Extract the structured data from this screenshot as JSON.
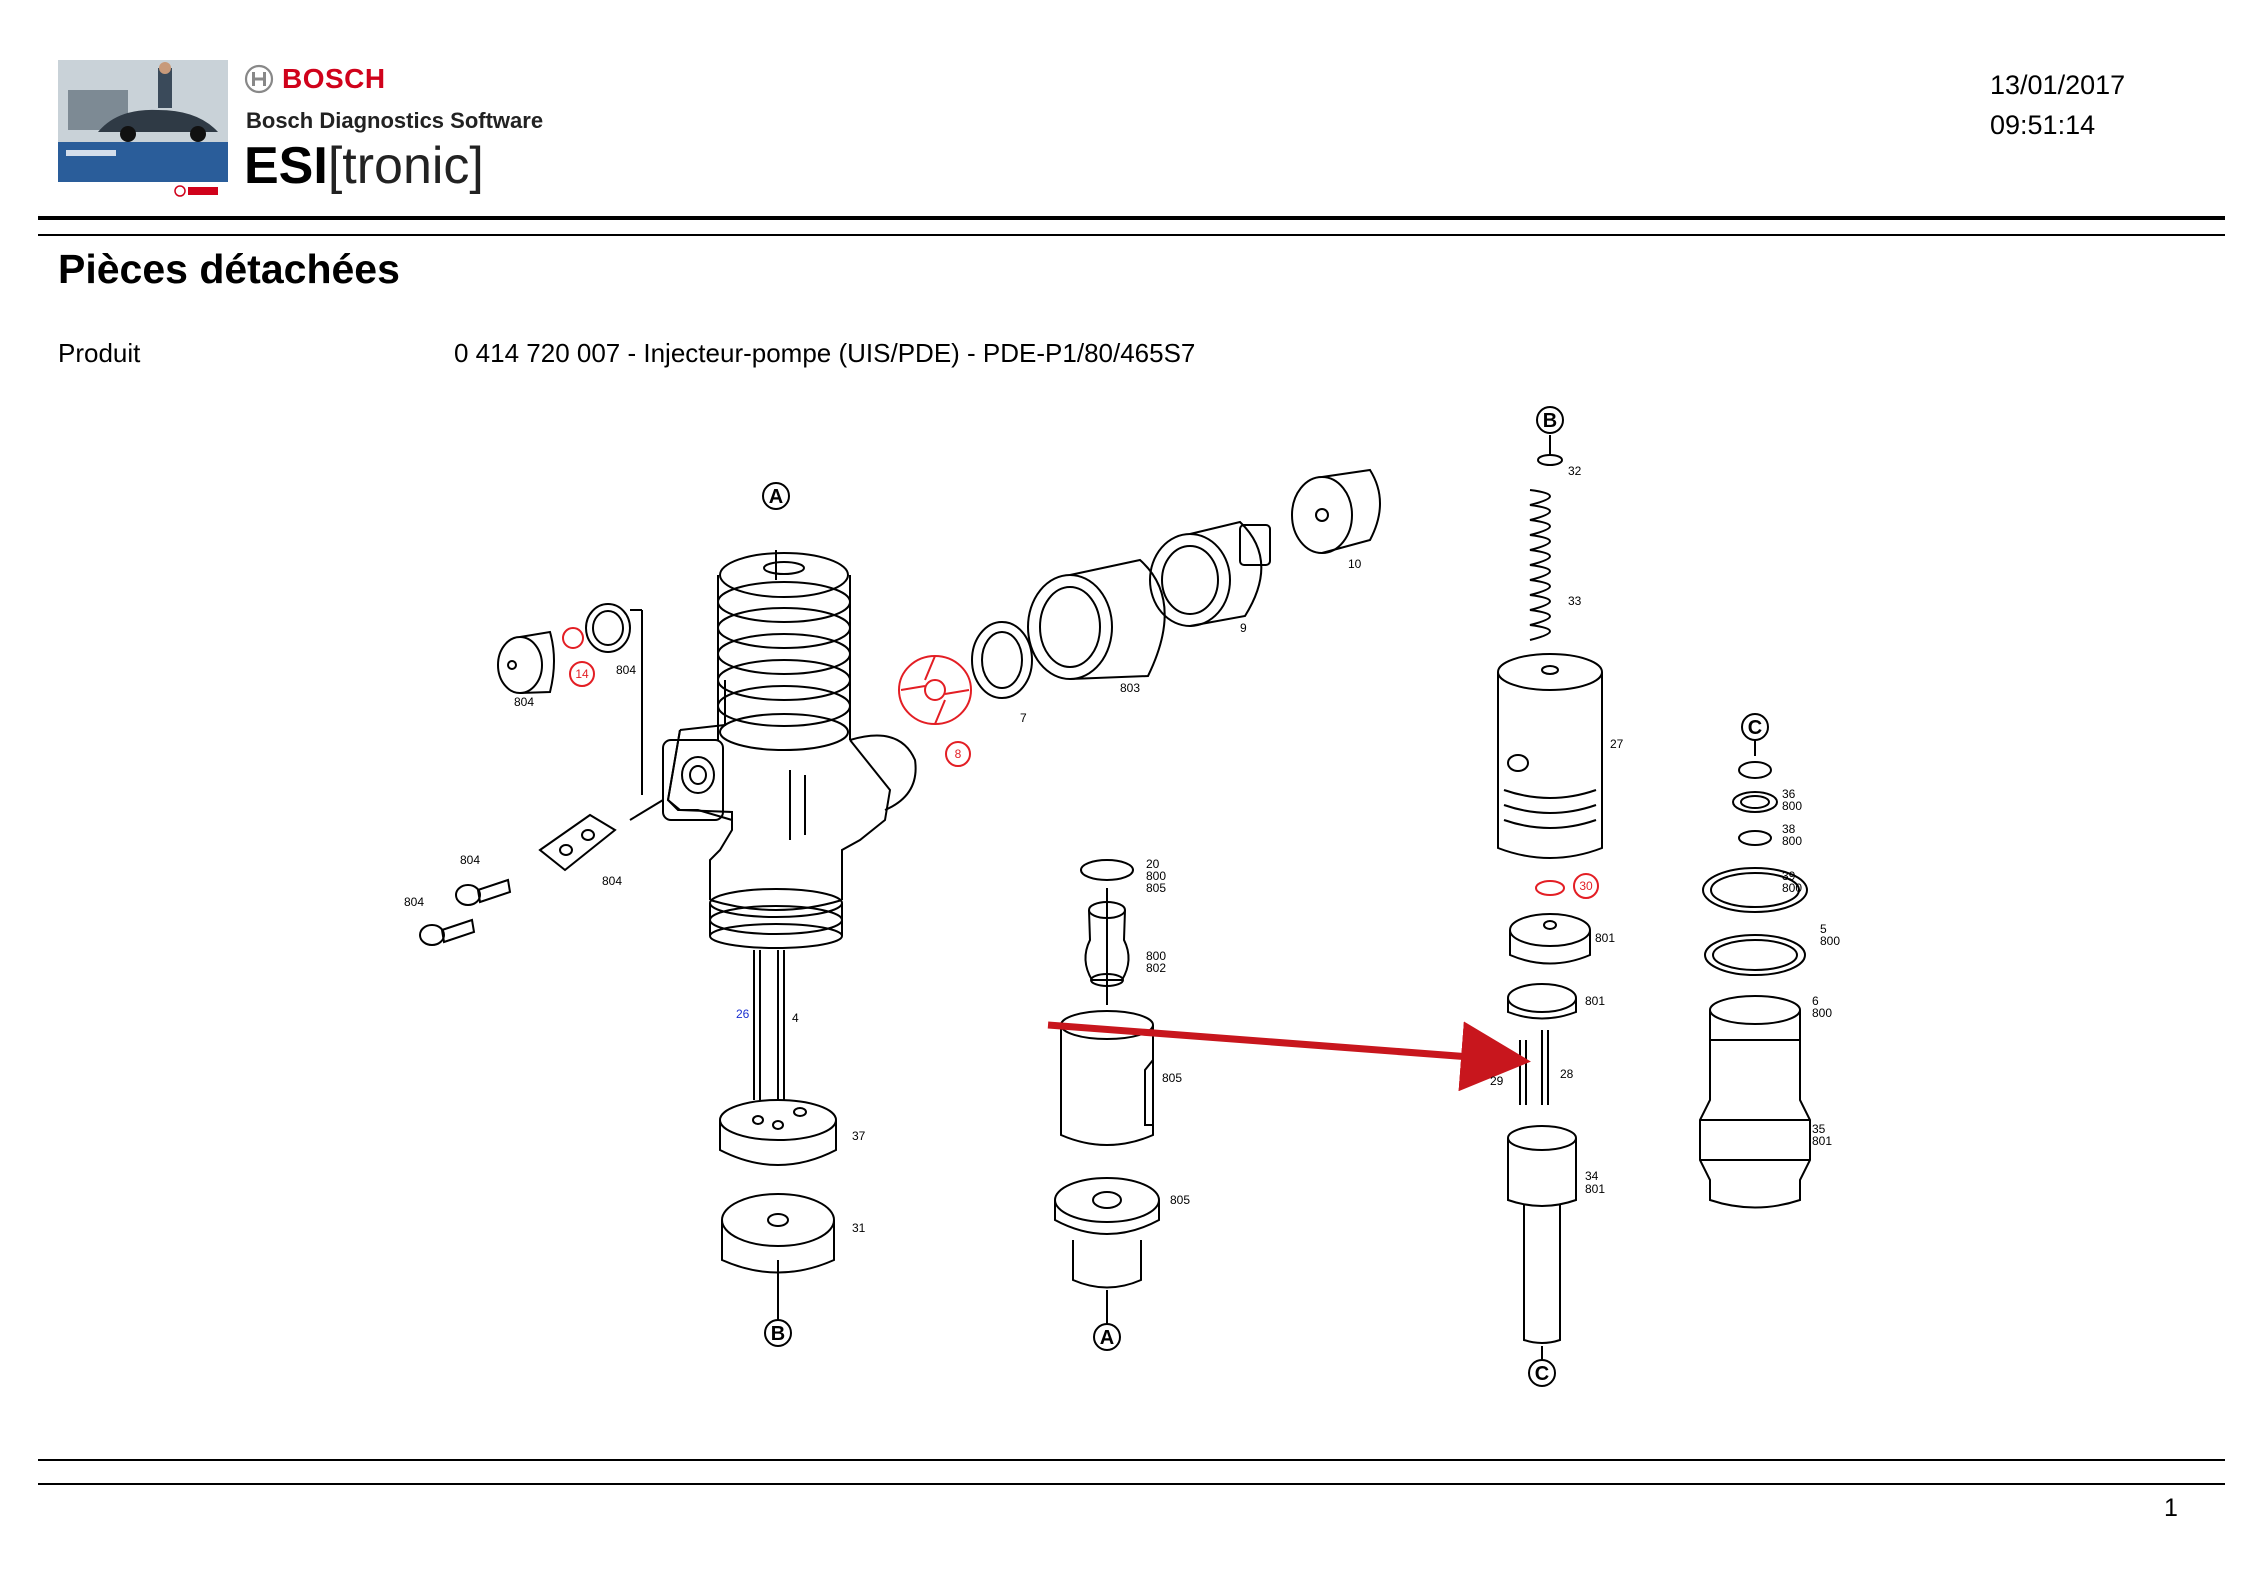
{
  "header": {
    "brand": "BOSCH",
    "subtitle": "Bosch Diagnostics Software",
    "product_bold": "ESI",
    "product_light": "[tronic]",
    "date": "13/01/2017",
    "time": "09:51:14"
  },
  "page": {
    "title": "Pièces détachées",
    "product_label": "Produit",
    "product_value": "0 414 720 007 - Injecteur-pompe (UIS/PDE) - PDE-P1/80/465S7",
    "page_number": "1"
  },
  "diagram": {
    "connectors": {
      "A": "A",
      "B": "B",
      "C": "C"
    },
    "highlight_color": "#e31e24",
    "arrow_color": "#c8161d",
    "link_color": "#1a2fd0",
    "labels": {
      "p32": "32",
      "p33": "33",
      "p27": "27",
      "p30": "30",
      "p801a": "801",
      "p801b": "801",
      "p28": "28",
      "p29": "29",
      "p34": "34",
      "p34b": "801",
      "p36": "36",
      "p36b": "800",
      "p38": "38",
      "p38b": "800",
      "p39": "39",
      "p39b": "800",
      "p5": "5",
      "p5b": "800",
      "p6": "6",
      "p6b": "800",
      "p35": "35",
      "p35b": "801",
      "p10": "10",
      "p9": "9",
      "p803": "803",
      "p7": "7",
      "p8": "8",
      "p14": "14",
      "p804a": "804",
      "p804b": "804",
      "p804c": "804",
      "p804d": "804",
      "p804e": "804",
      "p20": "20",
      "p20b": "800",
      "p20c": "805",
      "p800": "800",
      "p802": "802",
      "p805a": "805",
      "p805b": "805",
      "p26": "26",
      "p4": "4",
      "p37": "37",
      "p31": "31"
    }
  }
}
